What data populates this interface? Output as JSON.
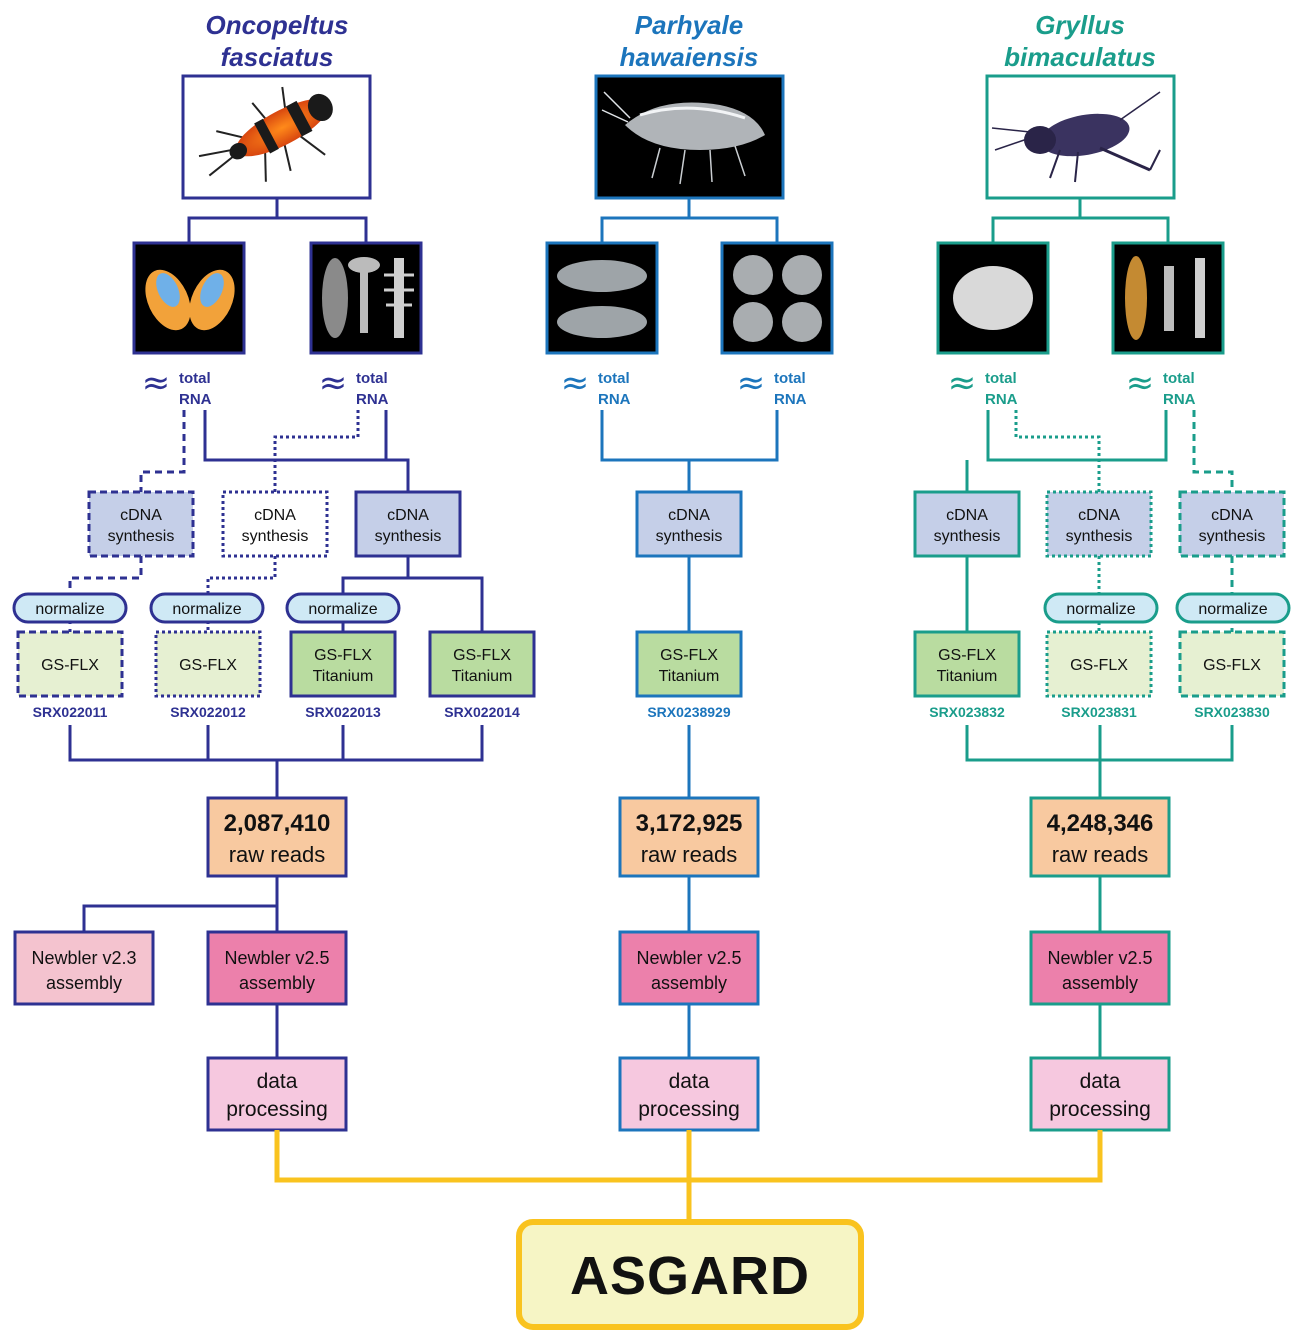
{
  "species": [
    {
      "line1": "Oncopeltus",
      "line2": "fasciatus",
      "color": "#2e3192"
    },
    {
      "line1": "Parhyale",
      "line2": "hawaiensis",
      "color": "#1c75bc"
    },
    {
      "line1": "Gryllus",
      "line2": "bimaculatus",
      "color": "#1a9d8b"
    }
  ],
  "total_rna": {
    "line1": "total",
    "line2": "RNA"
  },
  "cdna": {
    "line1": "cDNA",
    "line2": "synthesis"
  },
  "normalize_label": "normalize",
  "gsflx": "GS-FLX",
  "gsflx_ti": {
    "line1": "GS-FLX",
    "line2": "Titanium"
  },
  "srx": {
    "o1": "SRX022011",
    "o2": "SRX022012",
    "o3": "SRX022013",
    "o4": "SRX022014",
    "p1": "SRX0238929",
    "g1": "SRX023832",
    "g2": "SRX023831",
    "g3": "SRX023830"
  },
  "reads": [
    {
      "count": "2,087,410",
      "label": "raw reads"
    },
    {
      "count": "3,172,925",
      "label": "raw reads"
    },
    {
      "count": "4,248,346",
      "label": "raw reads"
    }
  ],
  "assembly_v23": {
    "line1": "Newbler v2.3",
    "line2": "assembly"
  },
  "assembly_v25": {
    "line1": "Newbler v2.5",
    "line2": "assembly"
  },
  "data_processing": {
    "line1": "data",
    "line2": "processing"
  },
  "asgard": "ASGARD",
  "colors": {
    "cdna_fill": "#c5cfe8",
    "normalize_fill": "#cfe9f5",
    "gsflx_fill": "#e6f0d2",
    "titanium_fill": "#b9dca0",
    "reads_fill": "#f8c9a0",
    "v23_fill": "#f4c3cf",
    "v25_fill": "#ec80ab",
    "dp_fill": "#f6c8df",
    "asgard_fill": "#f6f5c5",
    "asgard_stroke": "#f9c31f"
  }
}
